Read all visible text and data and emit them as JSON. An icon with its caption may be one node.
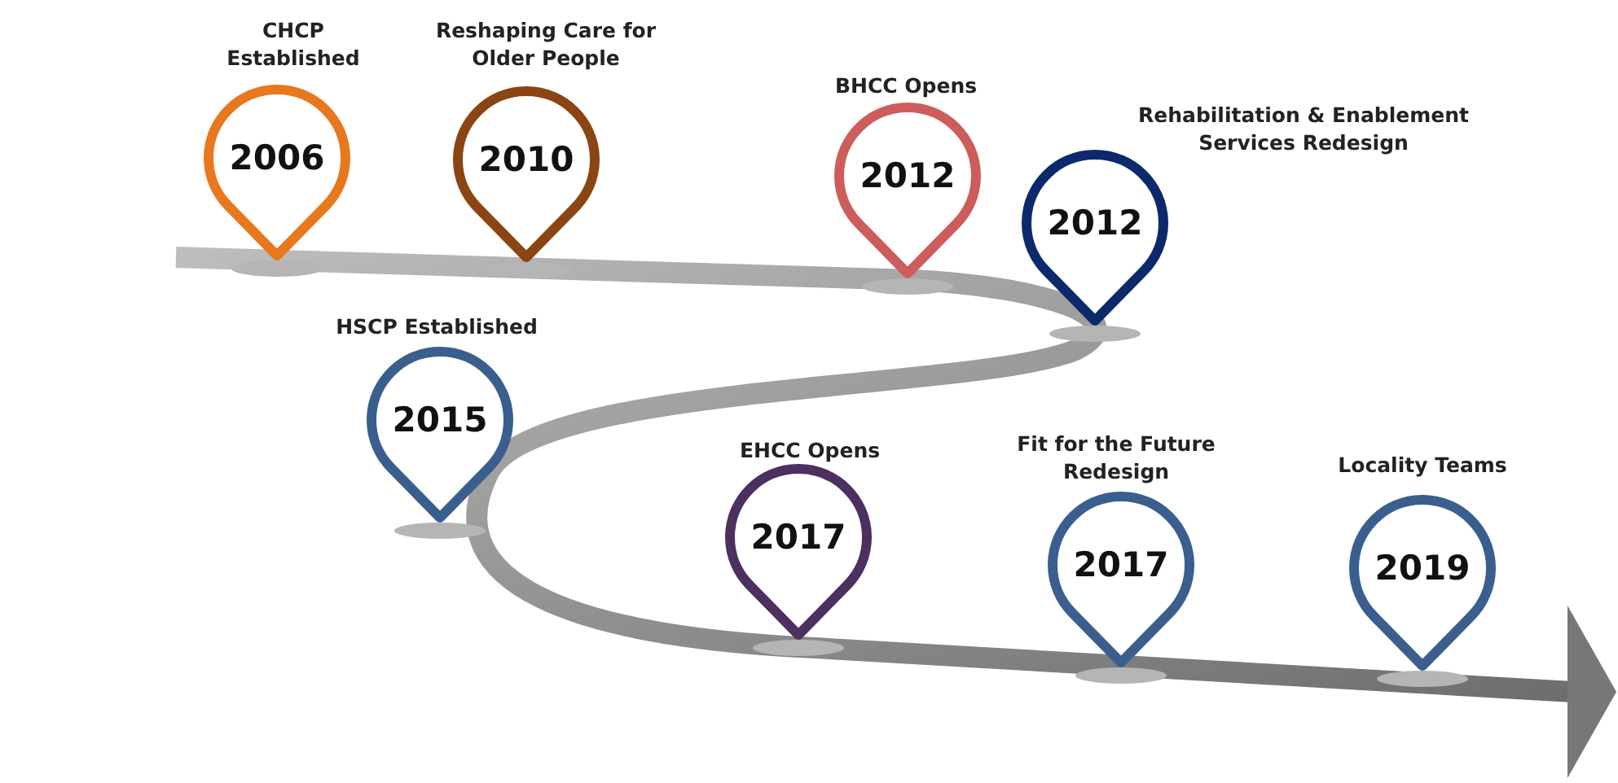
{
  "diagram": {
    "nodes": [
      {
        "text": [
          "CHCP Established",
          "2006"
        ]
      },
      {
        "text": [
          "Reshaping Care for Older People",
          "2010"
        ]
      },
      {
        "text": [
          "BHCC Opens",
          "2012"
        ]
      },
      {
        "text": [
          "Rehabilitation & Enablement Services Redesign",
          "2012"
        ]
      },
      {
        "text": [
          "HSCP Established",
          "2015"
        ]
      },
      {
        "text": [
          "EHCC Opens",
          "2017"
        ]
      },
      {
        "text": [
          "Fit for the Future Redesign",
          "2017"
        ]
      },
      {
        "text": [
          "Locality Teams",
          "2019"
        ]
      }
    ]
  }
}
